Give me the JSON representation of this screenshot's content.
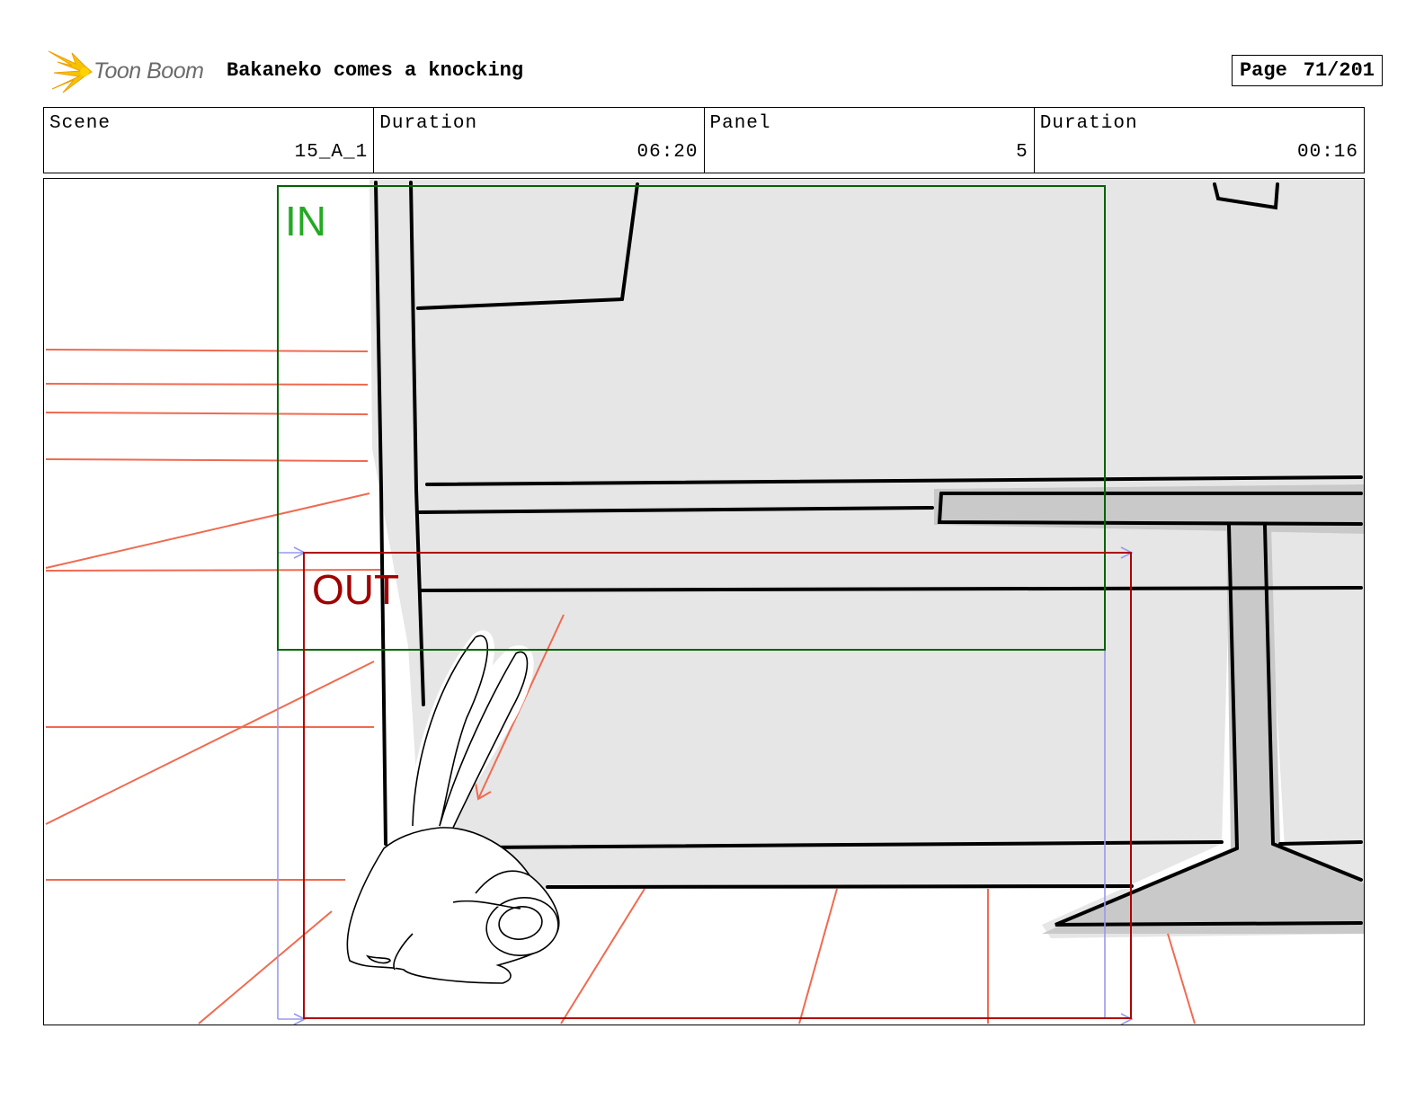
{
  "header": {
    "logo_text": "Toon Boom",
    "title": "Bakaneko comes a knocking",
    "page_label": "Page",
    "page_value": "71/201"
  },
  "info": {
    "scene_label": "Scene",
    "scene_value": "15_A_1",
    "duration_label": "Duration",
    "duration_value": "06:20",
    "panel_label": "Panel",
    "panel_value": "5",
    "panel_duration_label": "Duration",
    "panel_duration_value": "00:16"
  },
  "frames": {
    "in_label": "IN",
    "out_label": "OUT",
    "in_color": "#008000",
    "out_color": "#a00000",
    "guide_color": "#f06a50"
  }
}
